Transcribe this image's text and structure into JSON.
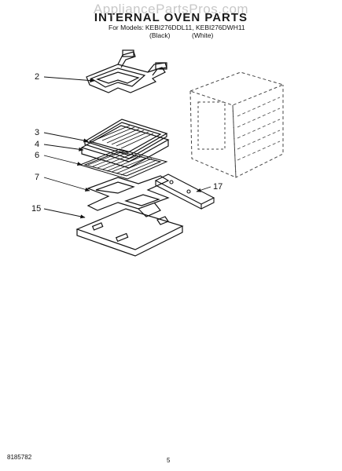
{
  "header": {
    "watermark": "AppliancePartsPros.com",
    "title": "INTERNAL OVEN PARTS",
    "models_label": "For Models:",
    "models_value": "KEBI276DDL11, KEBI276DWH11",
    "color_black": "(Black)",
    "color_white": "(White)"
  },
  "callouts": {
    "c2": "2",
    "c3": "3",
    "c4": "4",
    "c6": "6",
    "c7": "7",
    "c15": "15",
    "c17": "17"
  },
  "footer": {
    "part_number": "8185782",
    "page_number": "5"
  }
}
